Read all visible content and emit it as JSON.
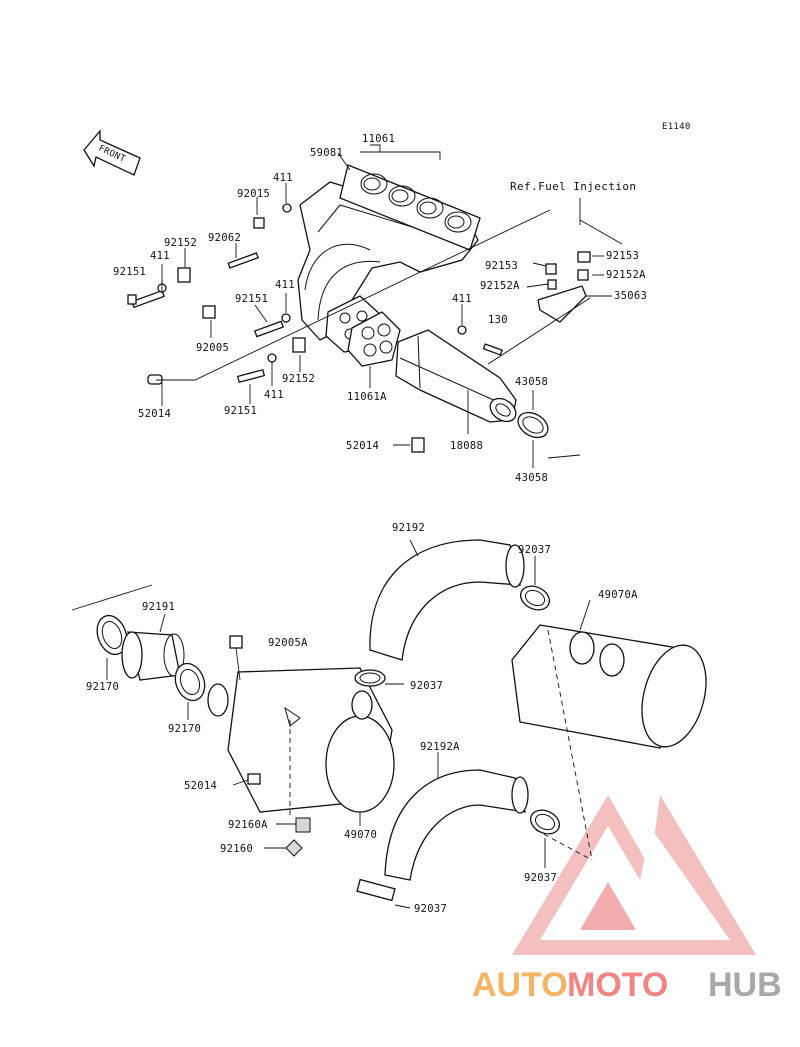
{
  "diagram_code": "E1140",
  "front_label": "FRONT",
  "ref_note": "Ref.Fuel Injection",
  "labels": {
    "p59081": "59081",
    "p11061": "11061",
    "p411_a": "411",
    "p92015": "92015",
    "p92062": "92062",
    "p92152_a": "92152",
    "p411_b": "411",
    "p92151_a": "92151",
    "p92151_b": "92151",
    "p411_c": "411",
    "p92005": "92005",
    "p92152_b": "92152",
    "p411_d": "411",
    "p92151_c": "92151",
    "p52014_a": "52014",
    "p11061A": "11061A",
    "p52014_b": "52014",
    "p18088": "18088",
    "p43058_a": "43058",
    "p43058_b": "43058",
    "p411_e": "411",
    "p130": "130",
    "p92153_a": "92153",
    "p92152A_a": "92152A",
    "p92153_b": "92153",
    "p92152A_b": "92152A",
    "p35063": "35063",
    "p92192": "92192",
    "p92037_a": "92037",
    "p49070A": "49070A",
    "p92191": "92191",
    "p92005A": "92005A",
    "p92170_a": "92170",
    "p92037_b": "92037",
    "p92170_b": "92170",
    "p92192A": "92192A",
    "p52014_c": "52014",
    "p92160A": "92160A",
    "p49070": "49070",
    "p92160": "92160",
    "p92037_c": "92037",
    "p92037_d": "92037"
  },
  "watermark": {
    "auto": "AUTO",
    "moto": "MOTO",
    "hub": "HUB"
  },
  "colors": {
    "watermark_red": "#ef6f6f",
    "watermark_orange": "#f4a64a",
    "watermark_gray": "#9a9a9a"
  }
}
